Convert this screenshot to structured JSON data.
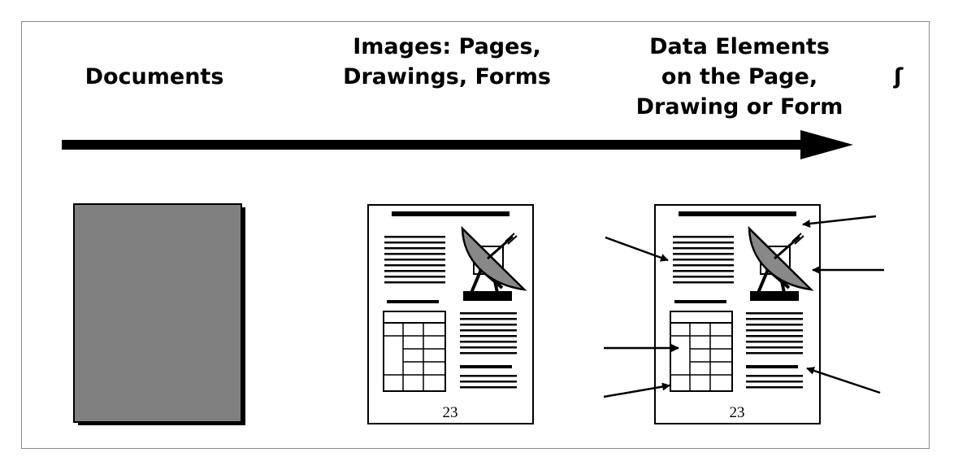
{
  "titles": {
    "documents": "Documents",
    "images": [
      "Images: Pages,",
      "Drawings, Forms"
    ],
    "elements": [
      "Data Elements",
      "on the Page,",
      "Drawing or Form"
    ],
    "cut": "ʃ"
  },
  "pages": {
    "image_page_number": "23",
    "element_page_number": "23"
  },
  "colors": {
    "document_fill": "#808080",
    "ink": "#000000",
    "dish_fill": "#888888",
    "frame": "#8a8a8a"
  },
  "icons": {
    "dish": "satellite-dish-icon",
    "arrow": "arrow-right-icon"
  }
}
